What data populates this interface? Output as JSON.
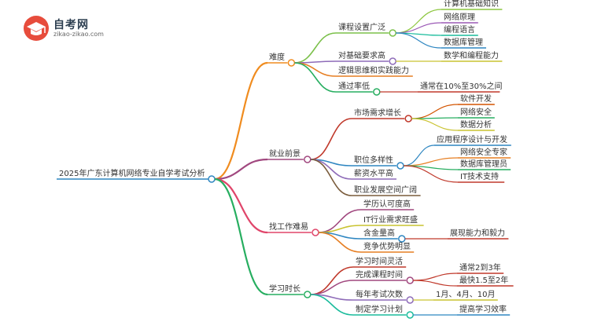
{
  "logo": {
    "title": "自考网",
    "subtitle": "zikao-zikao.com"
  },
  "root": "2025年广东计算机网络专业自学考试分析",
  "branches": [
    {
      "label": "难度",
      "color": "#f08c1f",
      "children": [
        {
          "label": "课程设置广泛",
          "color": "#7bc04a",
          "children": [
            {
              "label": "计算机基础知识",
              "color": "#8cc63e"
            },
            {
              "label": "网络原理",
              "color": "#9b59b6"
            },
            {
              "label": "编程语言",
              "color": "#1abc9c"
            },
            {
              "label": "数据库管理",
              "color": "#2e86c1"
            }
          ]
        },
        {
          "label": "对基础要求高",
          "color": "#8e6bb8",
          "children": [
            {
              "label": "数学和编程能力",
              "color": "#c9c330"
            }
          ]
        },
        {
          "label": "逻辑思维和实践能力",
          "color": "#e67e22",
          "children": []
        },
        {
          "label": "通过率低",
          "color": "#27ae60",
          "children": [
            {
              "label": "通常在10%至30%之间",
              "color": "#c0392b"
            }
          ]
        }
      ]
    },
    {
      "label": "就业前景",
      "color": "#a1487f",
      "children": [
        {
          "label": "市场需求增长",
          "color": "#c0392b",
          "children": [
            {
              "label": "软件开发",
              "color": "#d35400"
            },
            {
              "label": "网络安全",
              "color": "#27ae60"
            },
            {
              "label": "数据分析",
              "color": "#c9c330"
            }
          ]
        },
        {
          "label": "职位多样性",
          "color": "#2e86c1",
          "children": [
            {
              "label": "应用程序设计与开发",
              "color": "#2e86c1"
            },
            {
              "label": "网络安全专家",
              "color": "#e67e22"
            },
            {
              "label": "数据库管理员",
              "color": "#27ae60"
            },
            {
              "label": "IT技术支持",
              "color": "#c0392b"
            }
          ]
        },
        {
          "label": "薪资水平高",
          "color": "#8e6bb8",
          "children": []
        },
        {
          "label": "职业发展空间广阔",
          "color": "#7a5c3c",
          "children": []
        }
      ]
    },
    {
      "label": "找工作难易",
      "color": "#e0456a",
      "children": [
        {
          "label": "学历认可度高",
          "color": "#a1487f",
          "children": []
        },
        {
          "label": "IT行业需求旺盛",
          "color": "#c9c330",
          "children": []
        },
        {
          "label": "含金量高",
          "color": "#2e86c1",
          "children": [
            {
              "label": "展现能力和毅力",
              "color": "#c0392b"
            }
          ]
        },
        {
          "label": "竞争优势明显",
          "color": "#e67e22",
          "children": []
        }
      ]
    },
    {
      "label": "学习时长",
      "color": "#27ae60",
      "children": [
        {
          "label": "学习时间灵活",
          "color": "#c0392b",
          "children": []
        },
        {
          "label": "完成课程时间",
          "color": "#a1487f",
          "children": [
            {
              "label": "通常2到3年",
              "color": "#c0392b"
            },
            {
              "label": "最快1.5至2年",
              "color": "#c0392b"
            }
          ]
        },
        {
          "label": "每年考试次数",
          "color": "#8e6bb8",
          "children": [
            {
              "label": "1月、4月、10月",
              "color": "#c9c330"
            }
          ]
        },
        {
          "label": "制定学习计划",
          "color": "#1abc9c",
          "children": [
            {
              "label": "提高学习效率",
              "color": "#2e86c1"
            }
          ]
        }
      ]
    }
  ]
}
